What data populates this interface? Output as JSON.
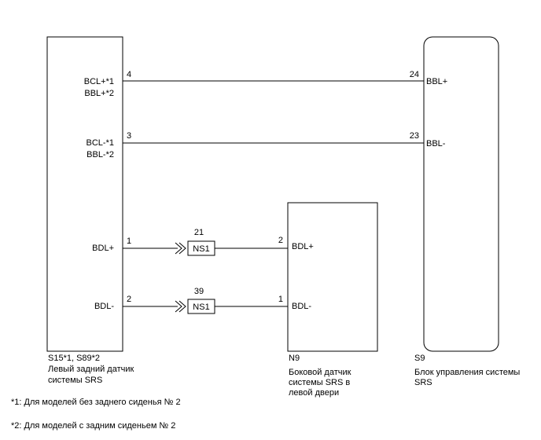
{
  "components": {
    "left": {
      "code": "S15*1, S89*2",
      "name_line1": "Левый задний датчик",
      "name_line2": "системы SRS",
      "pins": {
        "bcl_plus": "BCL+*1",
        "bbl_plus": "BBL+*2",
        "bcl_minus": "BCL-*1",
        "bbl_minus": "BBL-*2",
        "bdl_plus": "BDL+",
        "bdl_minus": "BDL-"
      },
      "pin_numbers": {
        "plus_top": "4",
        "minus_top": "3",
        "bdl_plus": "1",
        "bdl_minus": "2"
      }
    },
    "door": {
      "code": "N9",
      "name_line1": "Боковой датчик",
      "name_line2": "системы SRS в",
      "name_line3": "левой двери",
      "pins": {
        "bdl_plus": "BDL+",
        "bdl_minus": "BDL-"
      },
      "pin_numbers": {
        "bdl_plus": "2",
        "bdl_minus": "1"
      }
    },
    "ecu": {
      "code": "S9",
      "name_line1": "Блок управления системы",
      "name_line2": "SRS",
      "pins": {
        "bbl_plus": "BBL+",
        "bbl_minus": "BBL-"
      },
      "pin_numbers": {
        "bbl_plus": "24",
        "bbl_minus": "23"
      }
    }
  },
  "connectors": [
    {
      "label": "NS1",
      "number": "21"
    },
    {
      "label": "NS1",
      "number": "39"
    }
  ],
  "footnotes": [
    "*1: Для моделей без заднего сиденья № 2",
    "*2: Для моделей с задним сиденьем № 2"
  ]
}
